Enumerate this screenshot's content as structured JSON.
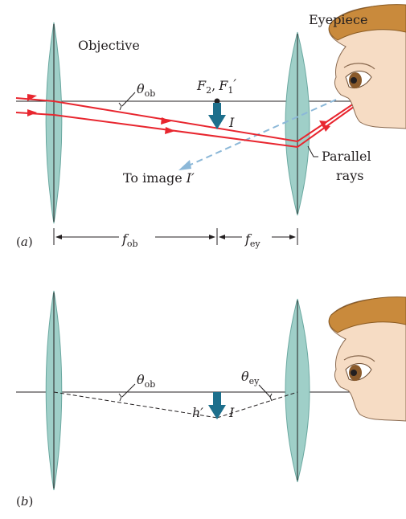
{
  "labels": {
    "eyepiece": "Eyepiece",
    "objective": "Objective",
    "theta": "θ",
    "ob": "ob",
    "ey": "ey",
    "f2": "F",
    "f2_sub": "2",
    "comma": ",",
    "f1": "F",
    "f1_sub": "1",
    "prime": "′",
    "image_i": "I",
    "to_image": "To image ",
    "image_iprime": "I′",
    "parallel": "Parallel",
    "rays": "rays",
    "f": "f",
    "h_prime": "h′",
    "panel_a": "(a)",
    "panel_b": "(b)",
    "paren_open": "(",
    "paren_close": ")",
    "a": "a",
    "b": "b"
  },
  "colors": {
    "lens_fill": "#9fcfc8",
    "lens_edge": "#6aa8a0",
    "ray": "#e8262f",
    "dashed_ray": "#8cb8d8",
    "image_arrow": "#1d6f8c",
    "axis": "#231f20",
    "skin": "#f6dcc4",
    "hair": "#c98a3c",
    "iris": "#8a5a2b"
  }
}
